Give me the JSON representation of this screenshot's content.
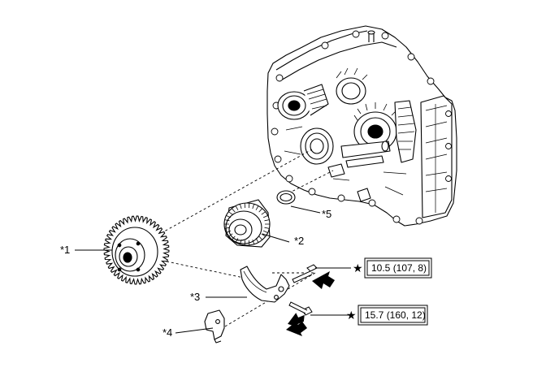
{
  "callouts": {
    "c1": "*1",
    "c2": "*2",
    "c3": "*3",
    "c4": "*4",
    "c5": "*5"
  },
  "torques": {
    "t1": {
      "symbol": "★",
      "value": "10.5 (107, 8)"
    },
    "t2": {
      "symbol": "★",
      "value": "15.7 (160, 12)"
    }
  },
  "icons": [
    "transmission-case",
    "gear",
    "hub-gear",
    "shift-fork",
    "bracket",
    "oil-seal",
    "bolt",
    "direction-arrow",
    "star-icon"
  ]
}
